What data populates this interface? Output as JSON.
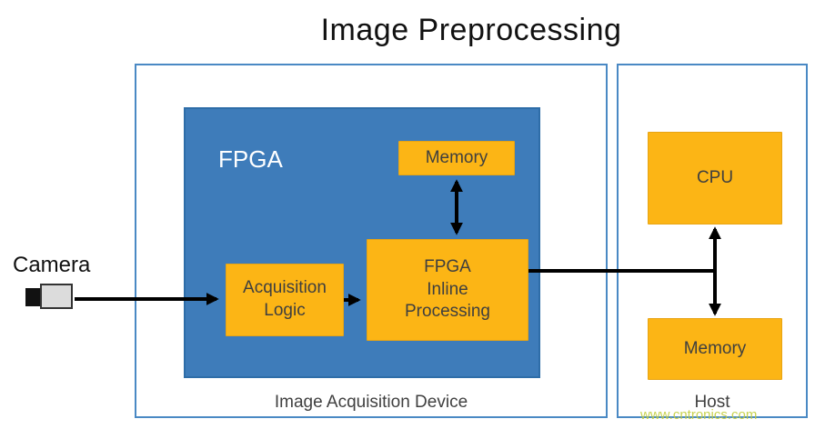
{
  "title": "Image Preprocessing",
  "camera": {
    "label": "Camera"
  },
  "acquisition_device": {
    "label": "Image Acquisition Device",
    "fpga_label": "FPGA",
    "memory_label": "Memory",
    "acquisition_logic_label": "Acquisition\nLogic",
    "inline_processing_label": "FPGA\nInline\nProcessing"
  },
  "host": {
    "label": "Host",
    "cpu_label": "CPU",
    "memory_label": "Memory"
  },
  "watermark": "www.cntronics.com",
  "colors": {
    "node_fill": "#FCB515",
    "fpga_fill": "#3E7CBA",
    "outline_blue": "#4A89C4",
    "arrow": "#000000",
    "watermark_green": "#C3CE3C"
  }
}
